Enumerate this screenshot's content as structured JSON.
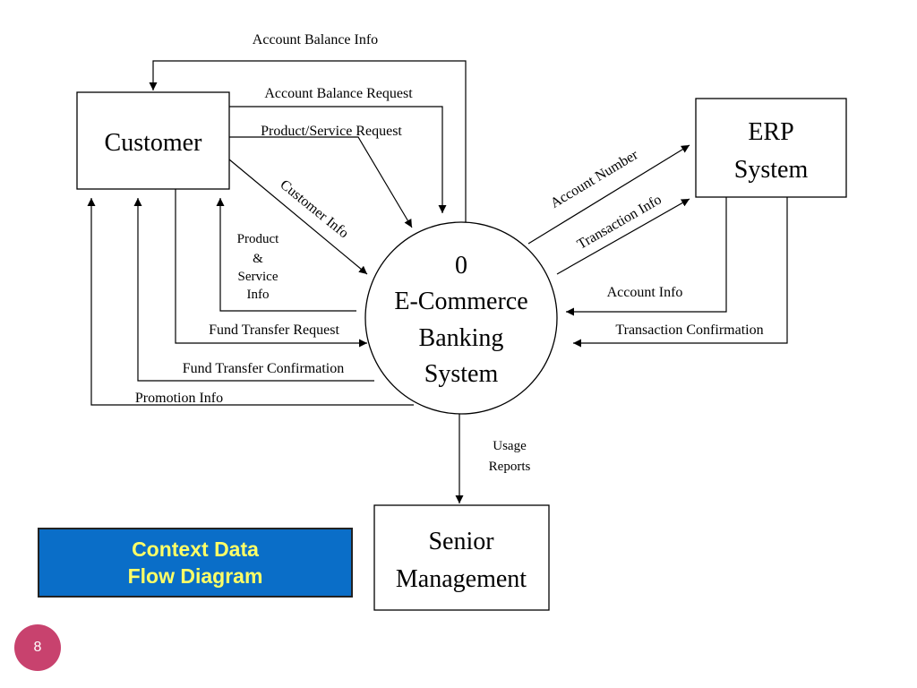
{
  "entities": {
    "customer": "Customer",
    "erp_line1": "ERP",
    "erp_line2": "System",
    "senior_line1": "Senior",
    "senior_line2": "Management"
  },
  "process": {
    "number": "0",
    "line1": "E-Commerce",
    "line2": "Banking",
    "line3": "System"
  },
  "flows": {
    "account_balance_info": "Account Balance Info",
    "account_balance_request": "Account Balance Request",
    "product_service_request": "Product/Service Request",
    "customer_info": "Customer Info",
    "product_service_info_1": "Product",
    "product_service_info_2": "&",
    "product_service_info_3": "Service",
    "product_service_info_4": "Info",
    "fund_transfer_request": "Fund Transfer Request",
    "fund_transfer_confirmation": "Fund Transfer Confirmation",
    "promotion_info": "Promotion Info",
    "account_number": "Account Number",
    "transaction_info": "Transaction Info",
    "account_info": "Account Info",
    "transaction_confirmation": "Transaction Confirmation",
    "usage_reports_1": "Usage",
    "usage_reports_2": "Reports"
  },
  "title": {
    "line1": "Context Data",
    "line2": "Flow Diagram"
  },
  "page_number": "8",
  "colors": {
    "title_bg": "#0a6ec8",
    "title_text": "#ffff66",
    "page_badge": "#c8426e"
  }
}
